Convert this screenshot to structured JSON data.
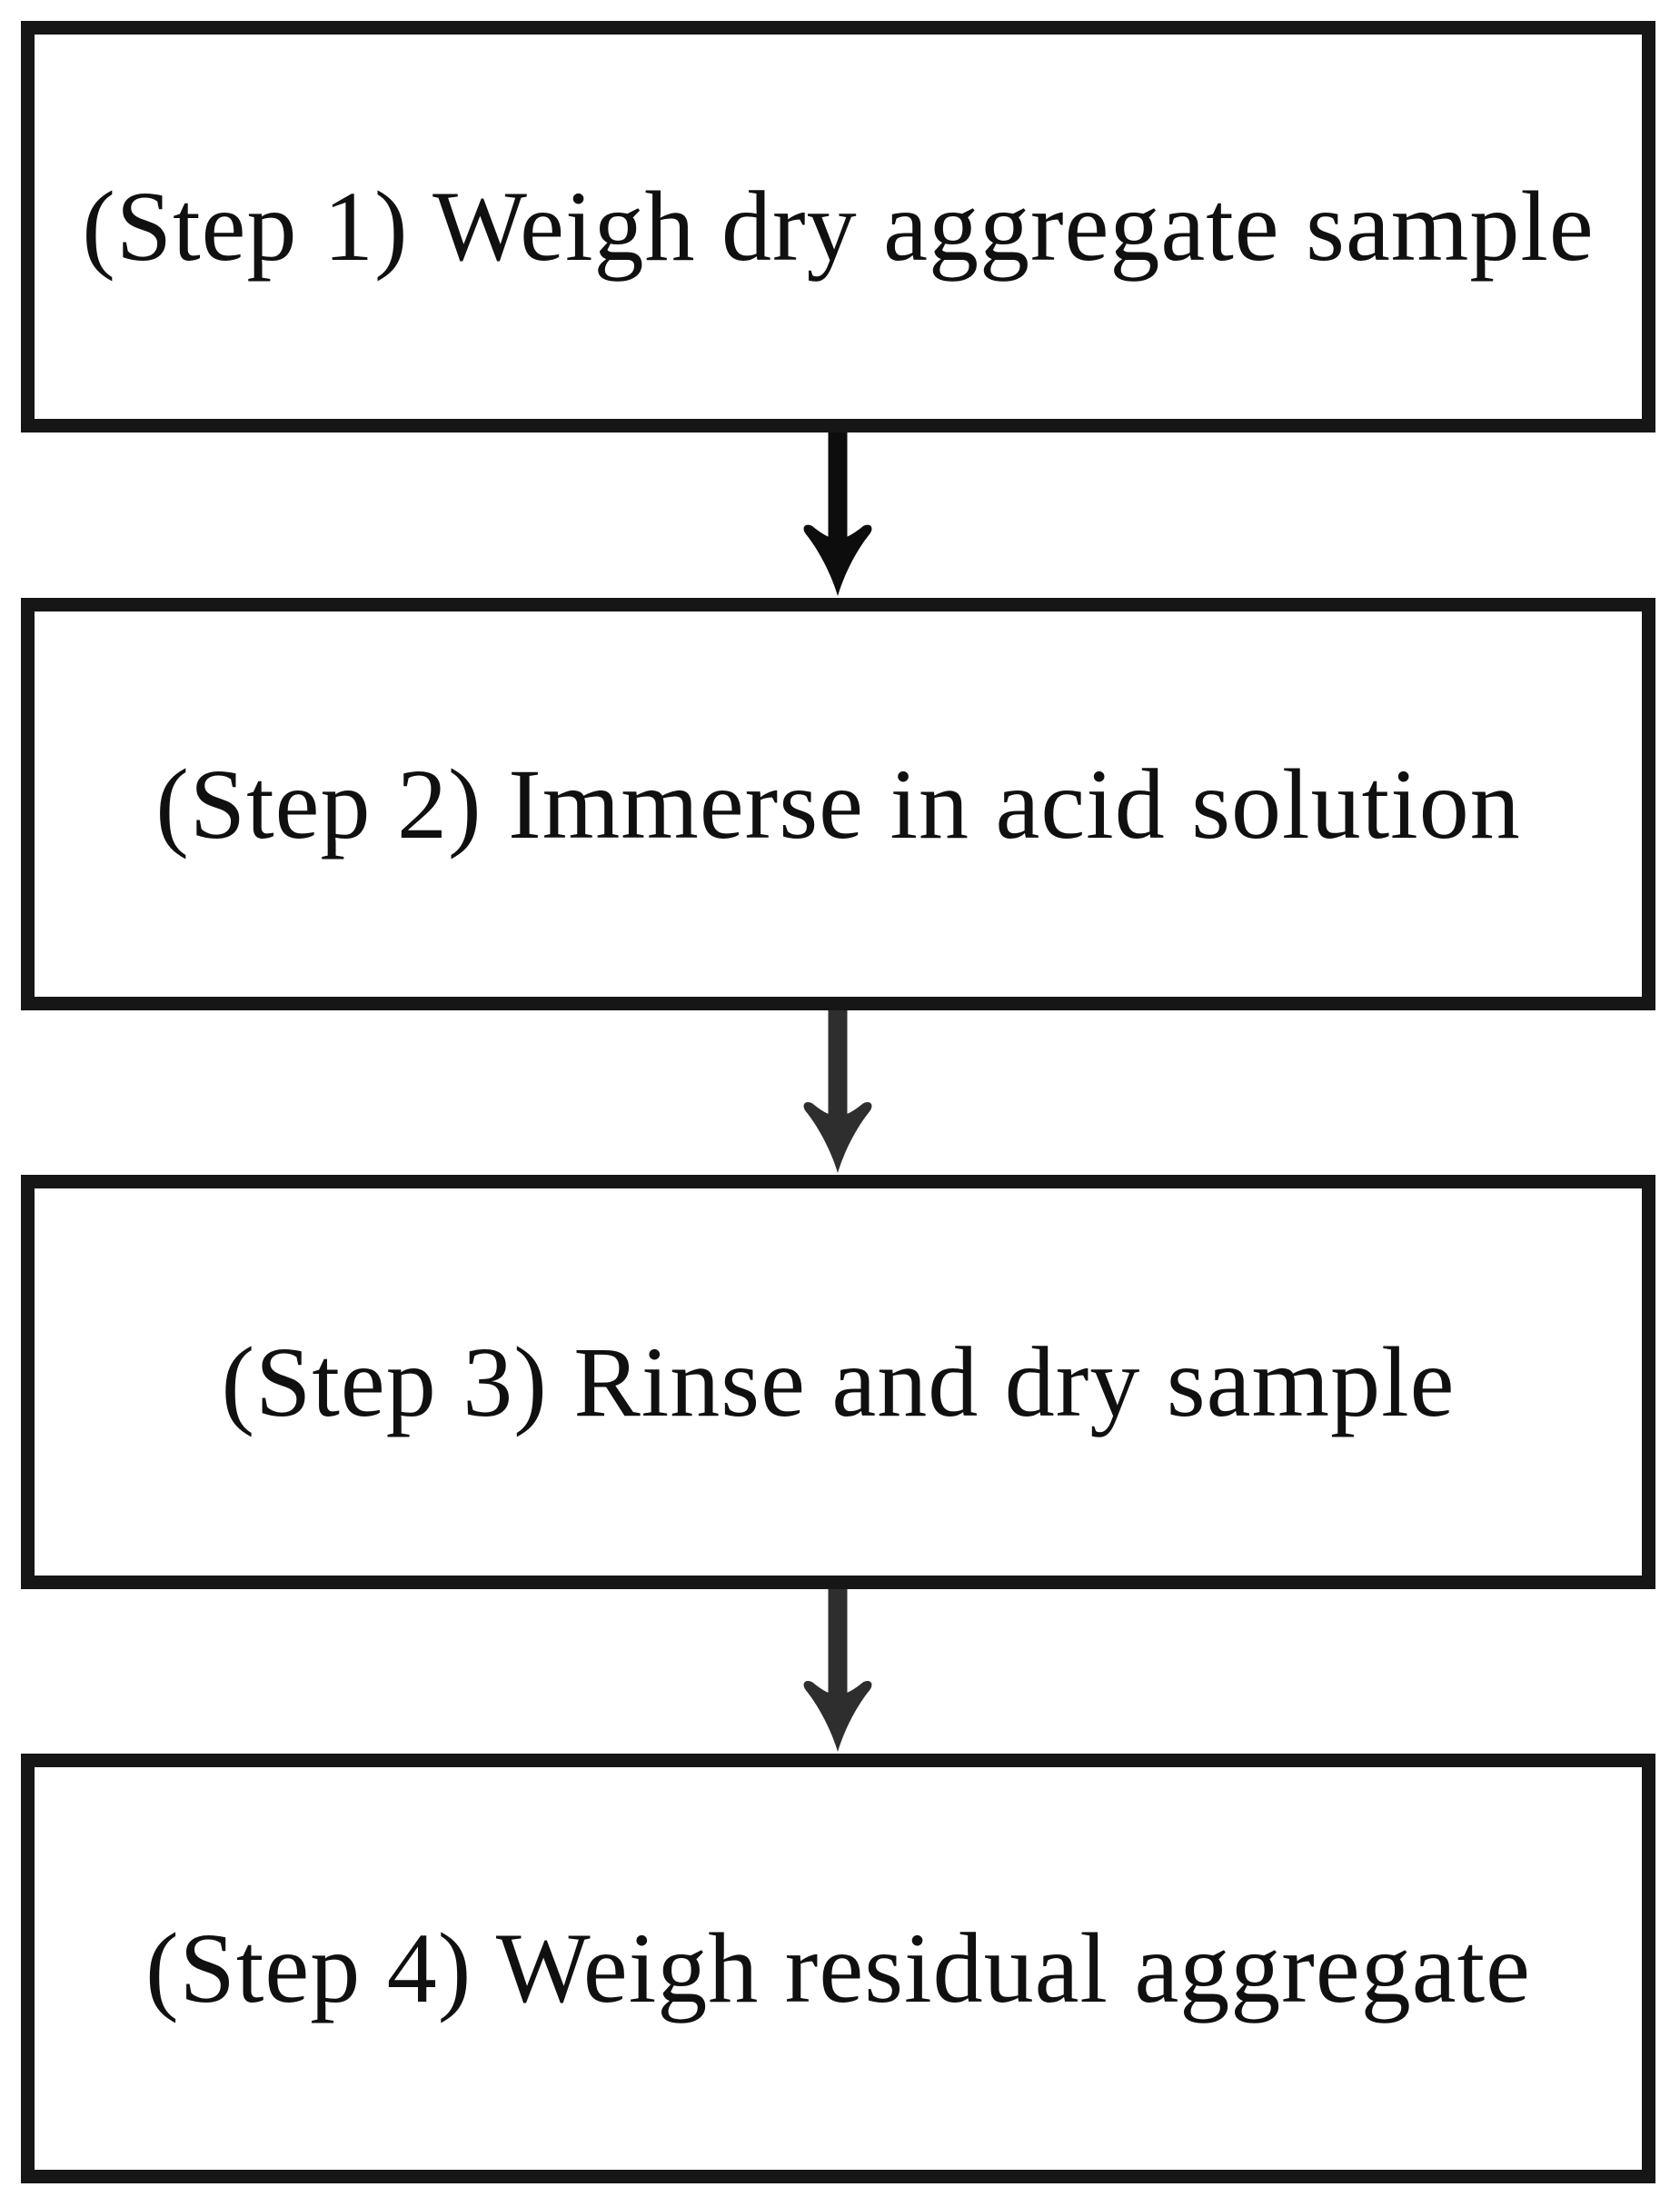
{
  "diagram": {
    "type": "flowchart",
    "direction": "top-down",
    "steps": [
      {
        "label": "(Step 1) Weigh dry aggregate sample"
      },
      {
        "label": "(Step 2) Immerse in acid solution"
      },
      {
        "label": "(Step 3) Rinse and dry sample"
      },
      {
        "label": "(Step 4) Weigh residual aggregate"
      }
    ],
    "connectors": [
      {
        "from_step": 1,
        "to_step": 2,
        "color": "#0d0d0d"
      },
      {
        "from_step": 2,
        "to_step": 3,
        "color": "#2e2e2e"
      },
      {
        "from_step": 3,
        "to_step": 4,
        "color": "#2e2e2e"
      }
    ],
    "colors": {
      "background": "#ffffff",
      "box_fill": "#ffffff",
      "box_border": "#161616",
      "text": "#101010"
    }
  }
}
